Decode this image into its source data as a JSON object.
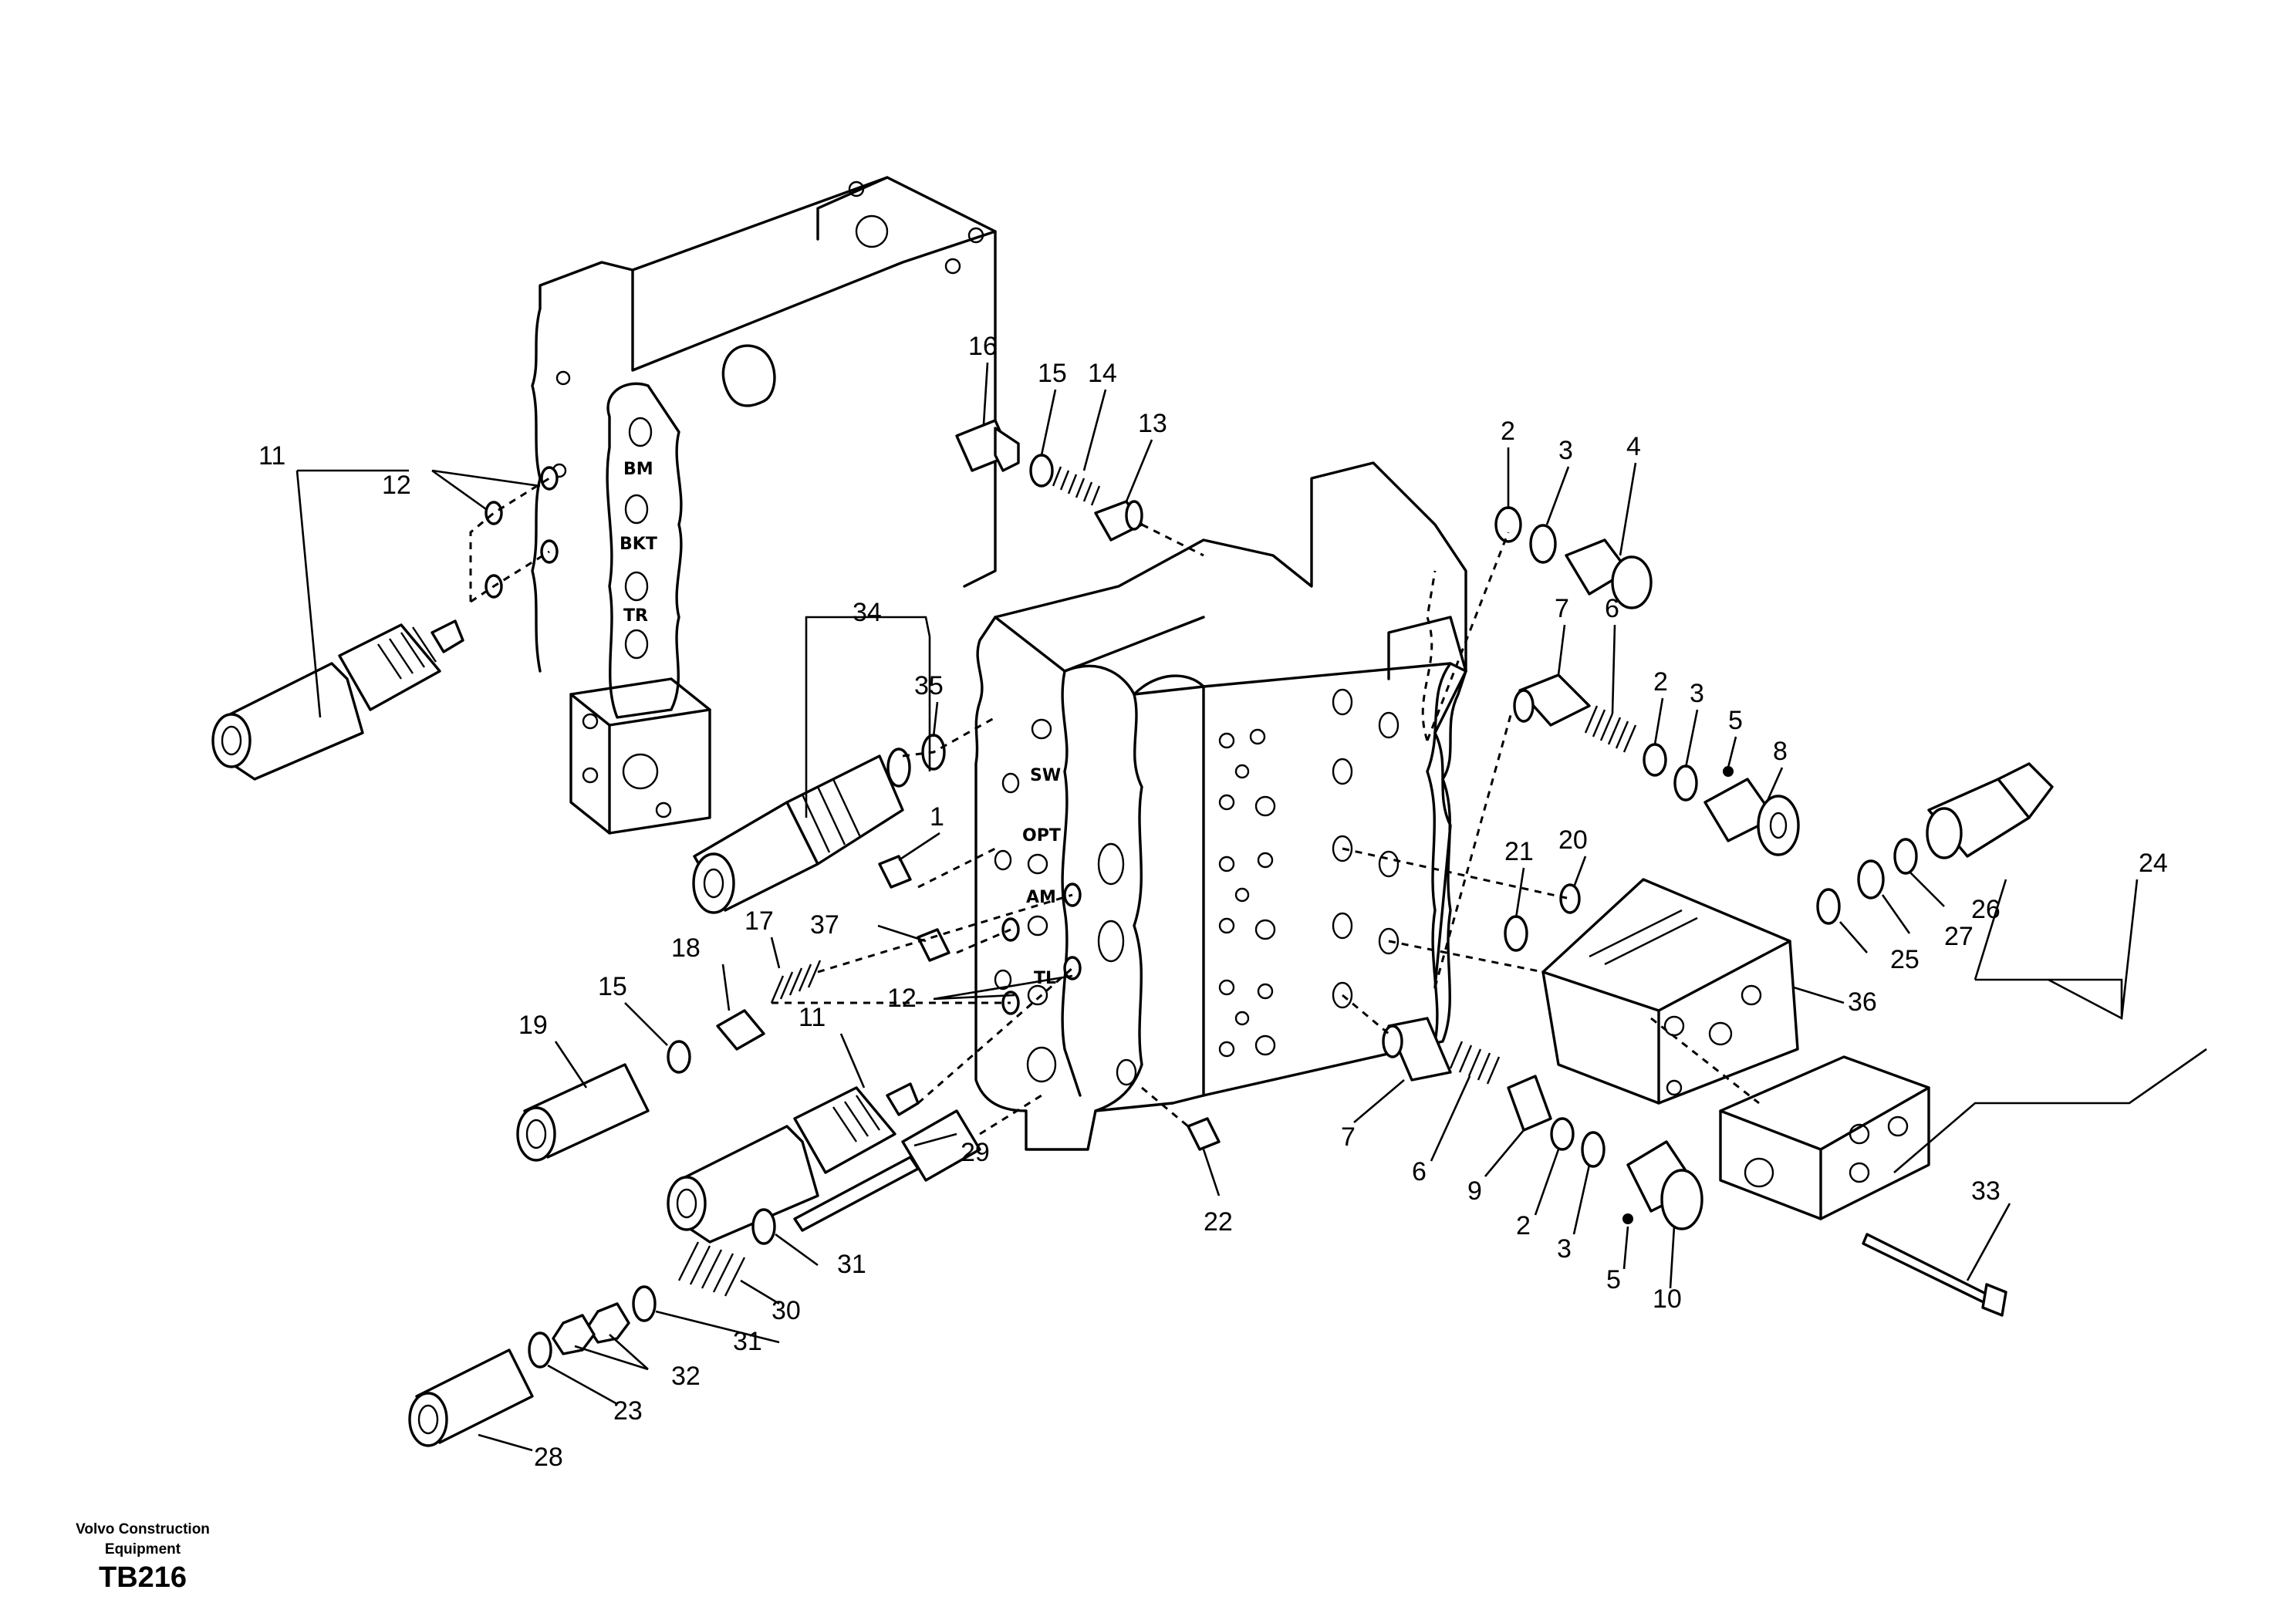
{
  "publisher": {
    "line1": "Volvo Construction",
    "line2": "Equipment"
  },
  "figure_code": "TB216",
  "port_labels": [
    "BM",
    "BKT",
    "TR",
    "SW",
    "OPT",
    "AM",
    "TL"
  ],
  "callouts": [
    "1",
    "2",
    "3",
    "4",
    "5",
    "6",
    "7",
    "8",
    "9",
    "10",
    "11",
    "12",
    "13",
    "14",
    "15",
    "16",
    "17",
    "18",
    "19",
    "20",
    "21",
    "22",
    "23",
    "24",
    "25",
    "26",
    "27",
    "28",
    "29",
    "30",
    "31",
    "32",
    "33",
    "34",
    "35",
    "36",
    "37"
  ],
  "callout_instances": [
    "11",
    "12",
    "16",
    "15",
    "14",
    "13",
    "2",
    "3",
    "4",
    "7",
    "6",
    "2",
    "3",
    "5",
    "8",
    "34",
    "35",
    "1",
    "37",
    "17",
    "18",
    "15",
    "19",
    "11",
    "12",
    "20",
    "21",
    "24",
    "25",
    "27",
    "26",
    "36",
    "22",
    "29",
    "31",
    "30",
    "31",
    "32",
    "23",
    "28",
    "7",
    "6",
    "9",
    "2",
    "3",
    "5",
    "10",
    "33"
  ]
}
